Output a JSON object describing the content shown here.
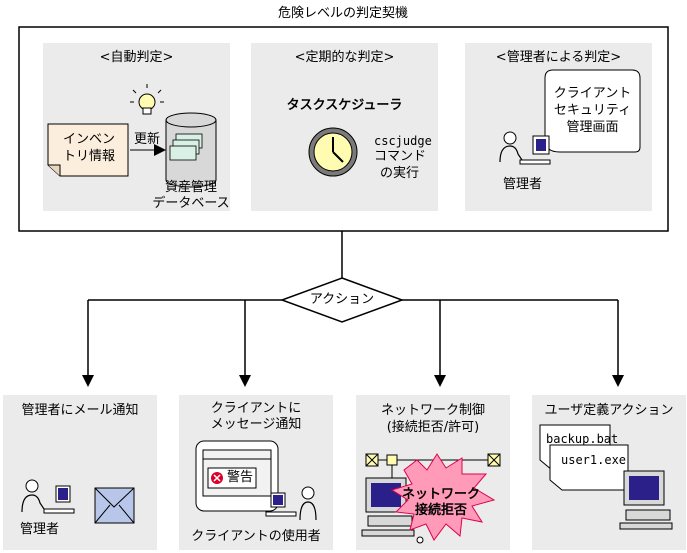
{
  "diagram": {
    "title": "危険レベルの判定契機",
    "triggers": {
      "auto": {
        "heading": "<自動判定>",
        "inventory_line1": "インベン",
        "inventory_line2": "トリ情報",
        "update_label": "更新",
        "db_line1": "資産管理",
        "db_line2": "データベース"
      },
      "periodic": {
        "heading": "<定期的な判定>",
        "scheduler": "タスクスケジューラ",
        "command_line1": "cscjudge",
        "command_line2": "コマンド",
        "command_line3": "の実行"
      },
      "admin": {
        "heading": "<管理者による判定>",
        "screen_line1": "クライアント",
        "screen_line2": "セキュリティ",
        "screen_line3": "管理画面",
        "person": "管理者"
      }
    },
    "decision": "アクション",
    "actions": {
      "mail": {
        "heading": "管理者にメール通知",
        "person": "管理者"
      },
      "message": {
        "heading_line1": "クライアントに",
        "heading_line2": "メッセージ通知",
        "warning": "警告",
        "person": "クライアントの使用者"
      },
      "network": {
        "heading_line1": "ネットワーク制御",
        "heading_line2": "(接続拒否/許可)",
        "burst_line1": "ネットワーク",
        "burst_line2": "接続拒否"
      },
      "user": {
        "heading": "ユーザ定義アクション",
        "file1": "backup.bat",
        "file2": "user1.exe"
      }
    },
    "colors": {
      "panel": "#ebebeb",
      "note": "#fbeedd",
      "bulb": "#fffbb0",
      "clock": "#fffbb0",
      "burst": "#ff9ab8",
      "monitor_screen": "#2b1f8a"
    }
  }
}
